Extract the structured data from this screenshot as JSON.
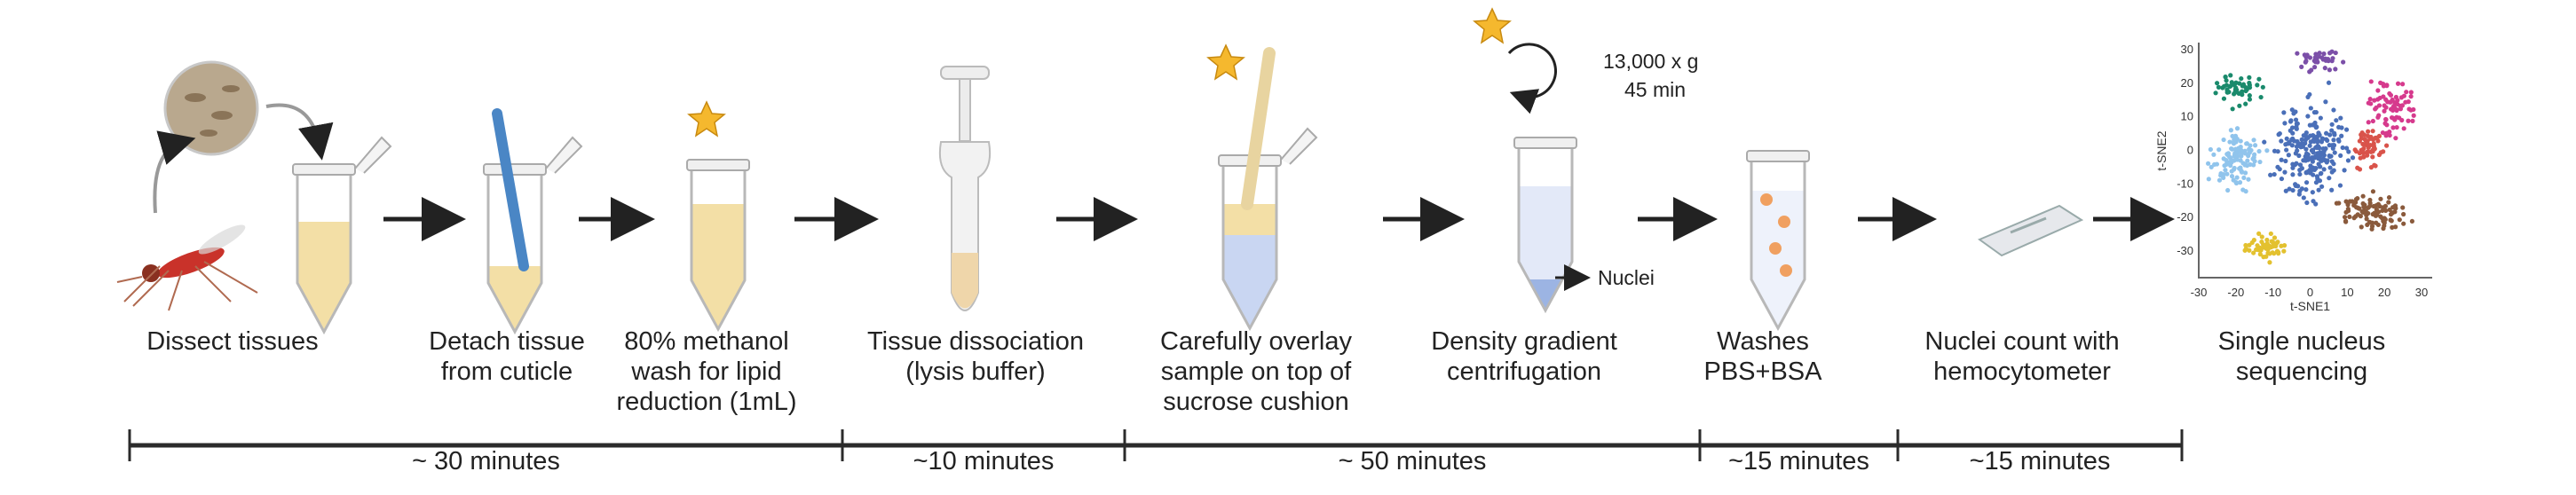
{
  "steps": [
    {
      "label": "Dissect tissues"
    },
    {
      "label": "Detach tissue\nfrom cuticle"
    },
    {
      "label": "80% methanol\nwash for lipid\nreduction (1mL)"
    },
    {
      "label": "Tissue dissociation\n(lysis buffer)"
    },
    {
      "label": "Carefully overlay\nsample on top of\nsucrose cushion"
    },
    {
      "label": "Density gradient\ncentrifugation"
    },
    {
      "label": "Washes\nPBS+BSA"
    },
    {
      "label": "Nuclei count with\nhemocytometer"
    },
    {
      "label": "Single nucleus\nsequencing"
    }
  ],
  "centrifuge": {
    "speed": "13,000 x g",
    "time": "45 min"
  },
  "nuclei_label": "Nuclei",
  "timeline": [
    {
      "label": "~ 30 minutes"
    },
    {
      "label": "~10 minutes"
    },
    {
      "label": "~ 50 minutes"
    },
    {
      "label": "~15 minutes"
    },
    {
      "label": "~15 minutes"
    }
  ],
  "colors": {
    "liquid": "#f3dfa6",
    "cushion": "#c9d6f2",
    "pestle": "#4a86c5",
    "star": "#f5b82e",
    "line": "#2b2b2b"
  },
  "chart_data": {
    "type": "scatter",
    "xlabel": "t-SNE1",
    "ylabel": "t-SNE2",
    "xlim": [
      -30,
      30
    ],
    "ylim": [
      -35,
      32
    ],
    "xticks": [
      "-30",
      "-20",
      "-10",
      "0",
      "10",
      "20",
      "30"
    ],
    "yticks": [
      "30",
      "20",
      "10",
      "0",
      "-10",
      "-20",
      "-30"
    ],
    "clusters": [
      {
        "color": "#1a8a6c",
        "center": [
          -20,
          18
        ],
        "spread": [
          5,
          4
        ],
        "n": 50
      },
      {
        "color": "#7b4fa8",
        "center": [
          3,
          26
        ],
        "spread": [
          5,
          3.5
        ],
        "n": 35
      },
      {
        "color": "#d63a8d",
        "center": [
          22,
          12
        ],
        "spread": [
          6,
          7
        ],
        "n": 80
      },
      {
        "color": "#90c4ec",
        "center": [
          -20,
          -3
        ],
        "spread": [
          6,
          8
        ],
        "n": 110
      },
      {
        "color": "#4a6fb8",
        "center": [
          0,
          0
        ],
        "spread": [
          9,
          14
        ],
        "n": 230
      },
      {
        "color": "#d9534a",
        "center": [
          16,
          0
        ],
        "spread": [
          4,
          6
        ],
        "n": 60
      },
      {
        "color": "#8a5a3c",
        "center": [
          17,
          -19
        ],
        "spread": [
          8,
          5
        ],
        "n": 100
      },
      {
        "color": "#e3c12f",
        "center": [
          -12,
          -29
        ],
        "spread": [
          5,
          4
        ],
        "n": 60
      }
    ]
  }
}
